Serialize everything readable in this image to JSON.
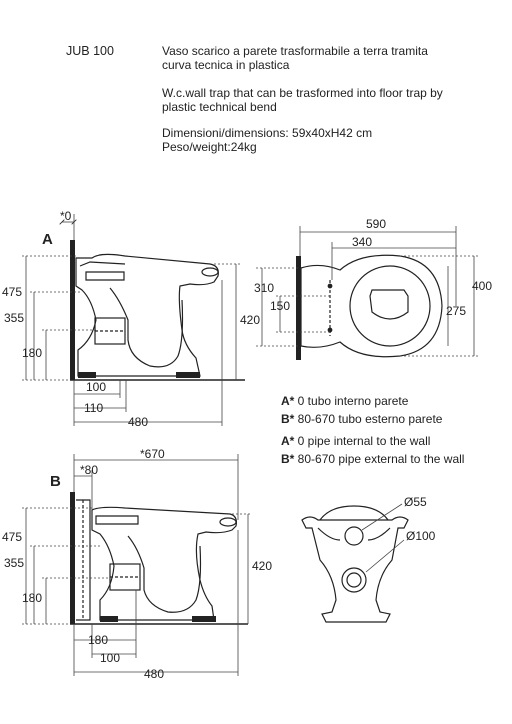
{
  "product_code": "JUB 100",
  "description_it": [
    "Vaso scarico a parete trasformabile a terra tramita",
    "curva tecnica in plastica"
  ],
  "description_en": [
    "W.c.wall trap that can be trasformed into floor trap by",
    "plastic technical bend"
  ],
  "dimensions": "Dimensioni/dimensions: 59x40xH42 cm",
  "weight": "Peso/weight:24kg",
  "view_a": {
    "label": "A",
    "dims": {
      "offset": "*0",
      "h475": "475",
      "h355": "355",
      "h180": "180",
      "h420": "420",
      "w100": "100",
      "w110": "110",
      "w480": "480"
    }
  },
  "top_view": {
    "dims": {
      "w590": "590",
      "w340": "340",
      "h310": "310",
      "h150": "150",
      "h400": "400",
      "h275": "275"
    }
  },
  "legend_a": {
    "it": [
      {
        "key": "A*",
        "text": " 0 tubo interno parete"
      },
      {
        "key": "B*",
        "text": " 80-670 tubo esterno parete"
      }
    ],
    "en": [
      {
        "key": "A*",
        "text": " 0  pipe internal to the wall"
      },
      {
        "key": "B*",
        "text": " 80-670 pipe external to the wall"
      }
    ]
  },
  "view_b": {
    "label": "B",
    "dims": {
      "w670": "*670",
      "w80": "*80",
      "h475": "475",
      "h355": "355",
      "h180": "180",
      "h420": "420",
      "w180": "180",
      "w100": "100",
      "w480": "480"
    }
  },
  "front_view": {
    "dims": {
      "d55": "Ø55",
      "d100": "Ø100"
    }
  }
}
